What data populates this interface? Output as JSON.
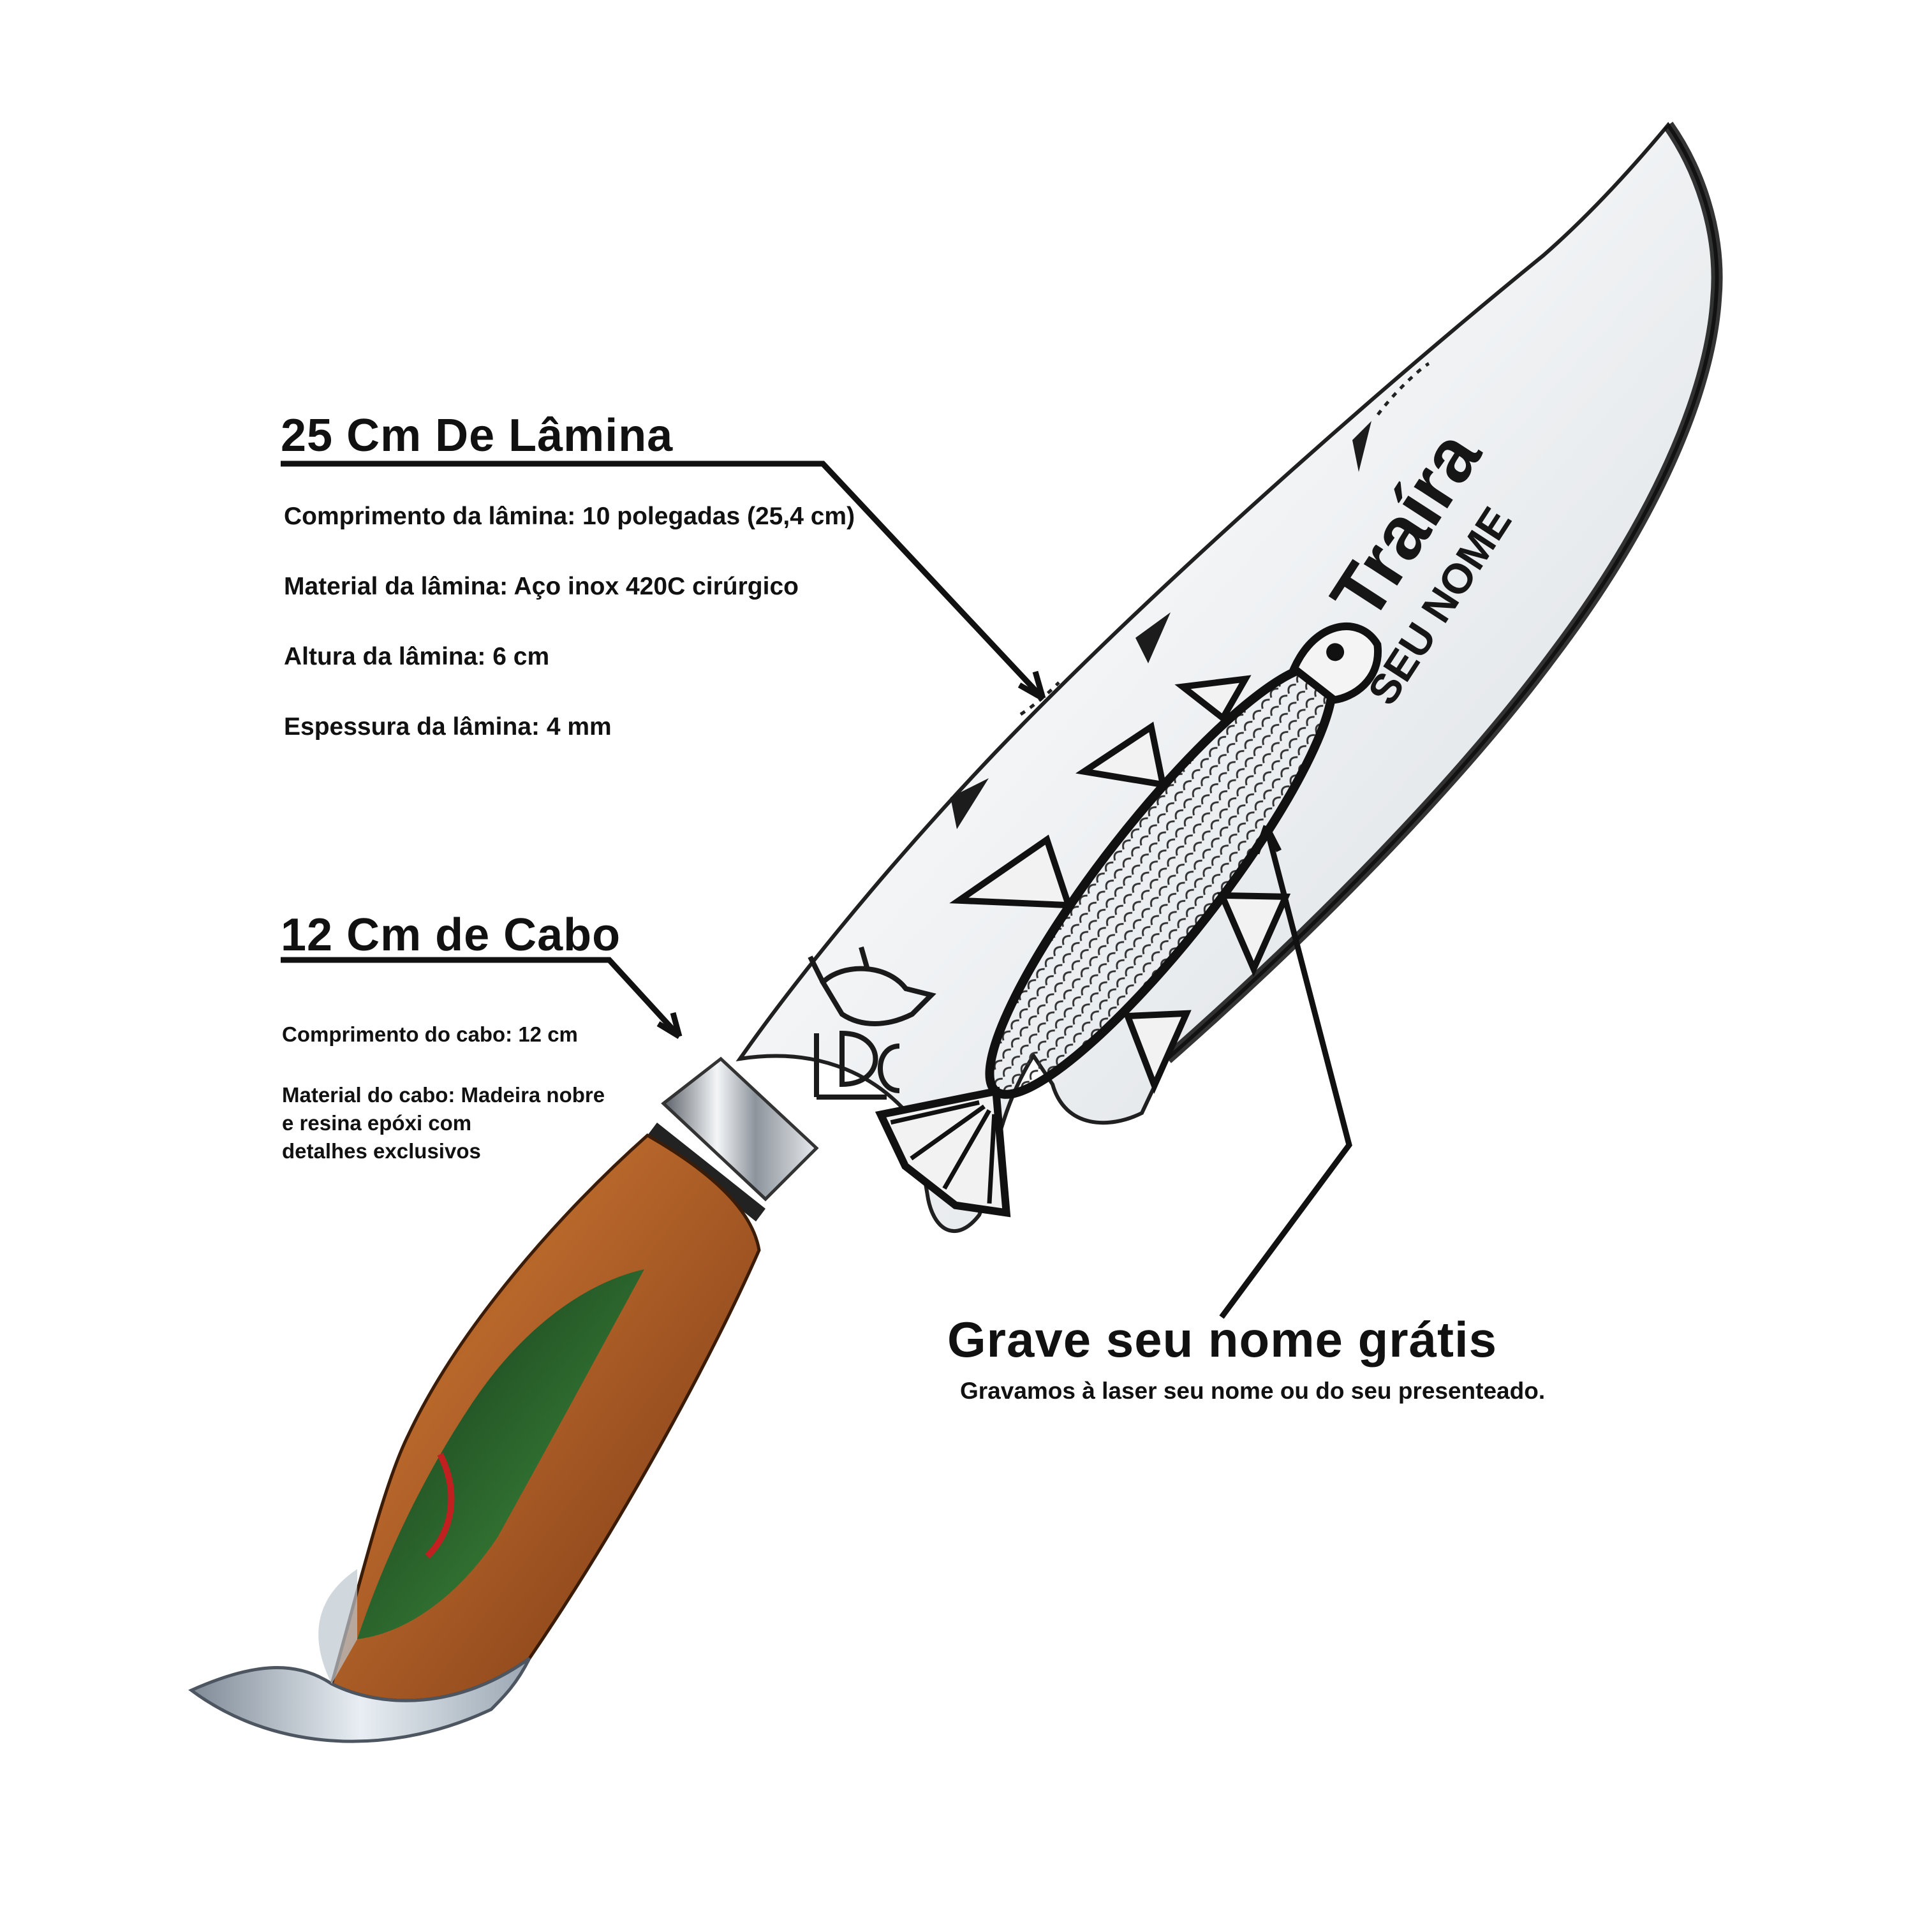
{
  "blade_section": {
    "heading": "25 Cm De Lâmina",
    "specs": [
      "Comprimento da lâmina: 10 polegadas (25,4 cm)",
      "Material da lâmina: Aço inox 420C cirúrgico",
      "Altura da lâmina: 6 cm",
      "Espessura da lâmina: 4 mm"
    ]
  },
  "handle_section": {
    "heading": "12 Cm de Cabo",
    "specs": [
      "Comprimento do cabo: 12 cm",
      "Material do cabo: Madeira nobre",
      "e resina epóxi com",
      "detalhes exclusivos"
    ]
  },
  "engraving_section": {
    "heading": "Grave seu nome grátis",
    "subtext": "Gravamos à laser seu nome ou do seu presenteado."
  },
  "blade_engraving": {
    "fish_name": "Traíra",
    "name_placeholder": "SEU NOME",
    "fish_icon": "fish-engraving-icon",
    "brand_icon": "bull-head-logo-icon"
  },
  "colors": {
    "background": "#ffffff",
    "text": "#111111",
    "steel": "#e9edf0",
    "wood": "#a85a24",
    "resin_green": "#2f7a35"
  }
}
